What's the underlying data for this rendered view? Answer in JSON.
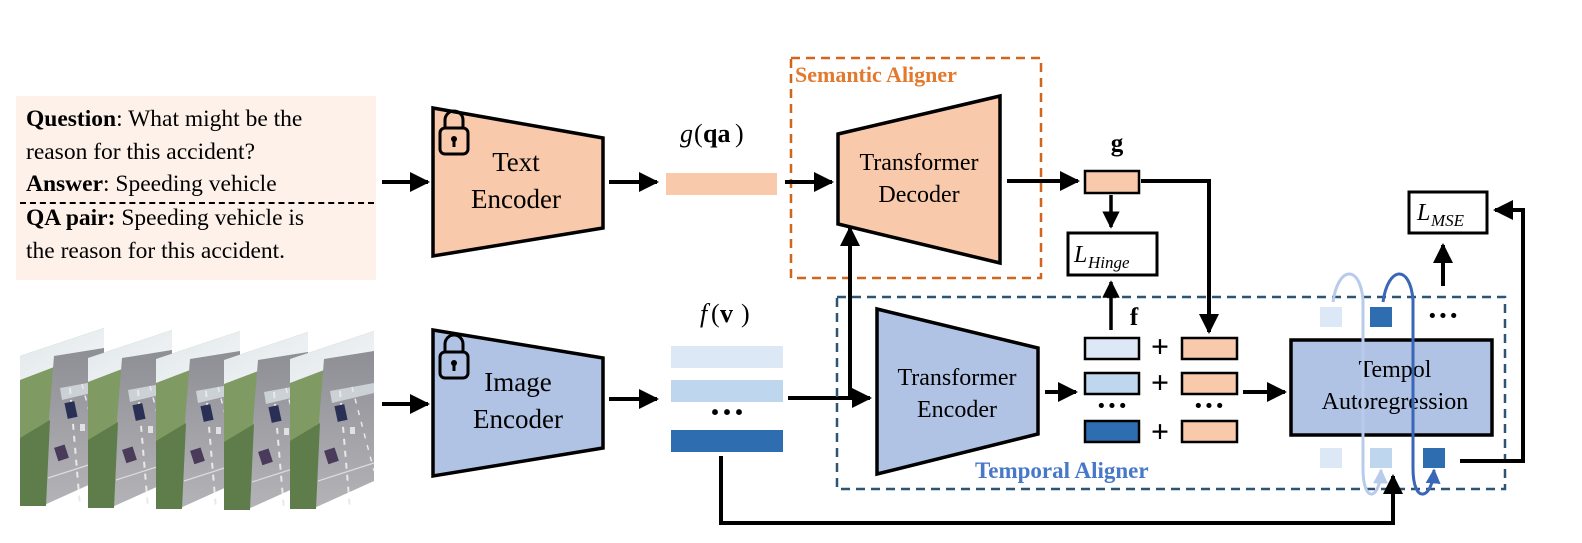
{
  "qa_box": {
    "question_key": "Question",
    "question_text": ": What might be the",
    "question_cont": "reason for this accident?",
    "answer_key": "Answer",
    "answer_text": ": Speeding vehicle",
    "qa_pair_key": "QA pair:",
    "qa_pair_text": " Speeding vehicle is",
    "qa_pair_cont": "the reason for this accident."
  },
  "text_encoder": {
    "line1": "Text",
    "line2": "Encoder"
  },
  "image_encoder": {
    "line1": "Image",
    "line2": "Encoder"
  },
  "text_feature_label": {
    "func": "g",
    "arg": "qa"
  },
  "video_feature_label": {
    "func": "f",
    "arg": "v"
  },
  "transformer_decoder": {
    "line1": "Transformer",
    "line2": "Decoder"
  },
  "transformer_encoder": {
    "line1": "Transformer",
    "line2": "Encoder"
  },
  "tempol_autoregression": {
    "line1": "Tempol",
    "line2": "Autoregression"
  },
  "semantic_aligner_label": "Semantic Aligner",
  "temporal_aligner_label": "Temporal Aligner",
  "g_label": "g",
  "f_label": "f",
  "hinge_loss": {
    "base": "L",
    "sub": "Hinge"
  },
  "mse_loss": {
    "base": "L",
    "sub": "MSE"
  },
  "ellipsis": "···",
  "plus": "+",
  "colors": {
    "text_branch_fill": "#f8c9aa",
    "image_branch_fill": "#b0c3e5",
    "semantic_border": "#d0651c",
    "semantic_label": "#e2792e",
    "temporal_border": "#2e5473",
    "temporal_label": "#4878c8",
    "feature_light": "#dde8f6",
    "feature_mid": "#bfd6ef",
    "feature_dark": "#2f6db1",
    "qa_background": "#fdf1e9"
  }
}
